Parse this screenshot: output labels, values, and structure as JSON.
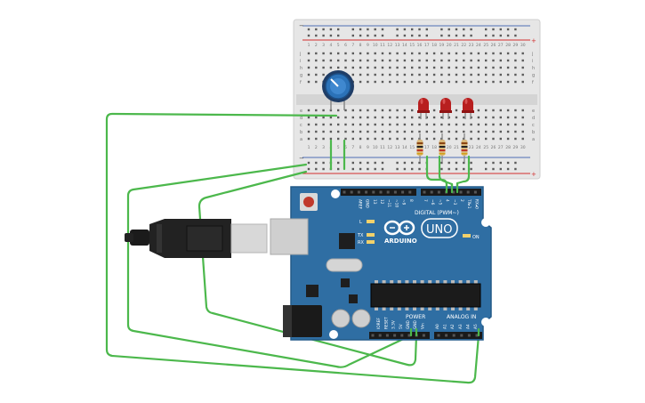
{
  "colors": {
    "board": "#2f6ea3",
    "board_dark": "#1f4f7a",
    "wire": "#4cb84c",
    "led": "#b81f1f",
    "pot": "#2b72b8",
    "breadboard": "#e8e8e8",
    "rail_red": "#d22f2f",
    "rail_blue": "#4f6fb4"
  },
  "breadboard": {
    "rail_minus": "−",
    "rail_plus": "+",
    "row_letters_top": [
      "j",
      "i",
      "h",
      "g",
      "f"
    ],
    "row_letters_bottom": [
      "e",
      "d",
      "c",
      "b",
      "a"
    ],
    "column_numbers": [
      "1",
      "2",
      "3",
      "4",
      "5",
      "6",
      "7",
      "8",
      "9",
      "10",
      "11",
      "12",
      "13",
      "14",
      "15",
      "16",
      "17",
      "18",
      "19",
      "20",
      "21",
      "22",
      "23",
      "24",
      "25",
      "26",
      "27",
      "28",
      "29",
      "30"
    ]
  },
  "arduino": {
    "brand": "ARDUINO",
    "model": "UNO",
    "digital_label": "DIGITAL (PWM~)",
    "power_label": "POWER",
    "analog_label": "ANALOG IN",
    "on_label": "ON",
    "led_l": "L",
    "led_tx": "TX",
    "led_rx": "RX",
    "digital_pins": [
      "AREF",
      "GND",
      "13",
      "12",
      "~11",
      "~10",
      "~9",
      "8",
      "7",
      "~6",
      "~5",
      "4",
      "~3",
      "2",
      "TX▸1",
      "RX◂0"
    ],
    "power_pins": [
      "IOREF",
      "RESET",
      "3.3V",
      "5V",
      "GND",
      "GND",
      "Vin"
    ],
    "analog_pins": [
      "A0",
      "A1",
      "A2",
      "A3",
      "A4",
      "A5"
    ]
  },
  "components": {
    "potentiometer": "potentiometer",
    "leds": [
      "led-1",
      "led-2",
      "led-3"
    ],
    "resistors": [
      "resistor-1",
      "resistor-2",
      "resistor-3"
    ]
  }
}
